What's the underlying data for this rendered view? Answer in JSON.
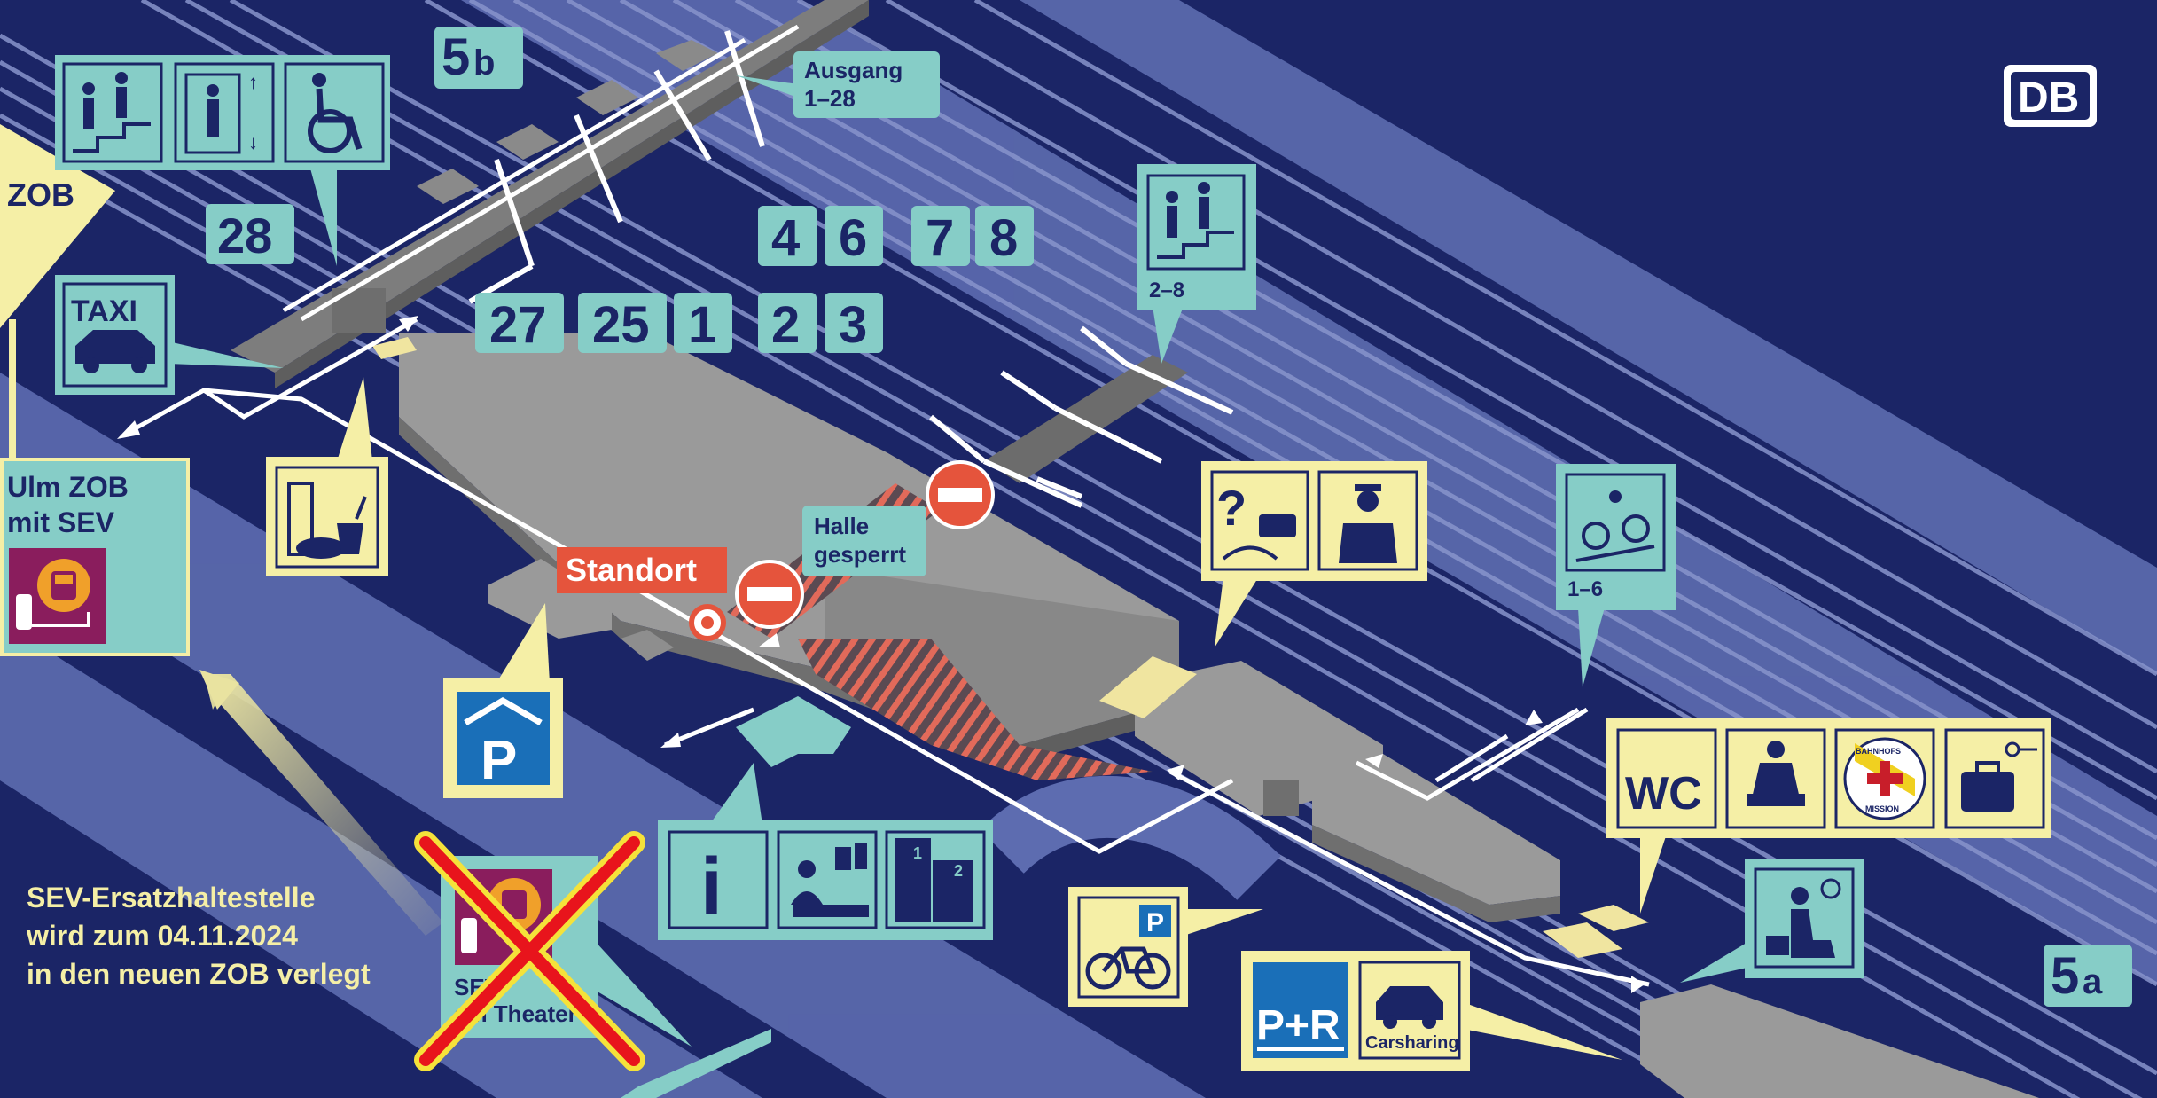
{
  "operator_logo": "DB",
  "colors": {
    "background": "#1b2566",
    "track_band": "#6a78b8",
    "track_line": "#8d98cf",
    "teal_panel": "#86cdc7",
    "yellow_panel": "#f5efa6",
    "building": "#8e8e8e",
    "closed_red": "#e5543c",
    "path_white": "#ffffff",
    "sev_purple": "#8a1d5d",
    "sev_orange": "#f0a02a",
    "parking_blue": "#1a6fb8",
    "cross_red": "#e8141c",
    "cross_yellow": "#f5e23a"
  },
  "platforms": {
    "top_row": [
      "4",
      "6",
      "7",
      "8"
    ],
    "bottom_row": [
      "27",
      "25",
      "1",
      "2",
      "3"
    ],
    "north": "28",
    "label_5b": "5",
    "label_5b_suffix": "b",
    "label_5a": "5",
    "label_5a_suffix": "a"
  },
  "labels": {
    "zob": "ZOB",
    "ausgang_line1": "Ausgang",
    "ausgang_line2": "1–28",
    "stairs_range": "2–8",
    "bike_range": "1–6",
    "halle_line1": "Halle",
    "halle_line2": "gesperrt",
    "standort": "Standort",
    "ulm_zob_line1": "Ulm ZOB",
    "ulm_zob_line2": "mit SEV",
    "sev_notice_line1": "SEV-Ersatzhaltestelle",
    "sev_notice_line2": "wird zum 04.11.2024",
    "sev_notice_line3": "in den neuen ZOB verlegt",
    "sev_old_line1": "SEV",
    "sev_old_line2": "am Theater",
    "taxi": "TAXI",
    "wc": "WC",
    "parking": "P",
    "park_ride": "P+R",
    "carsharing": "Carsharing",
    "bike_parking_p": "P",
    "bahnhofsmission_top": "BAHNHOFS",
    "bahnhofsmission_bottom": "MISSION",
    "info": "i",
    "locker_1": "1",
    "locker_2": "2"
  },
  "icons": [
    "stairs-icon",
    "elevator-icon",
    "wheelchair-icon",
    "taxi-icon",
    "food-icon",
    "parking-garage-icon",
    "info-icon",
    "service-desk-icon",
    "lockers-icon",
    "bike-parking-icon",
    "park-and-ride-icon",
    "carsharing-icon",
    "lost-found-icon",
    "station-staff-icon",
    "bike-stairs-icon",
    "wc-icon",
    "baby-change-icon",
    "bahnhofsmission-icon",
    "luggage-storage-icon",
    "waiting-room-icon",
    "no-entry-icon",
    "bus-replacement-icon",
    "db-logo"
  ]
}
